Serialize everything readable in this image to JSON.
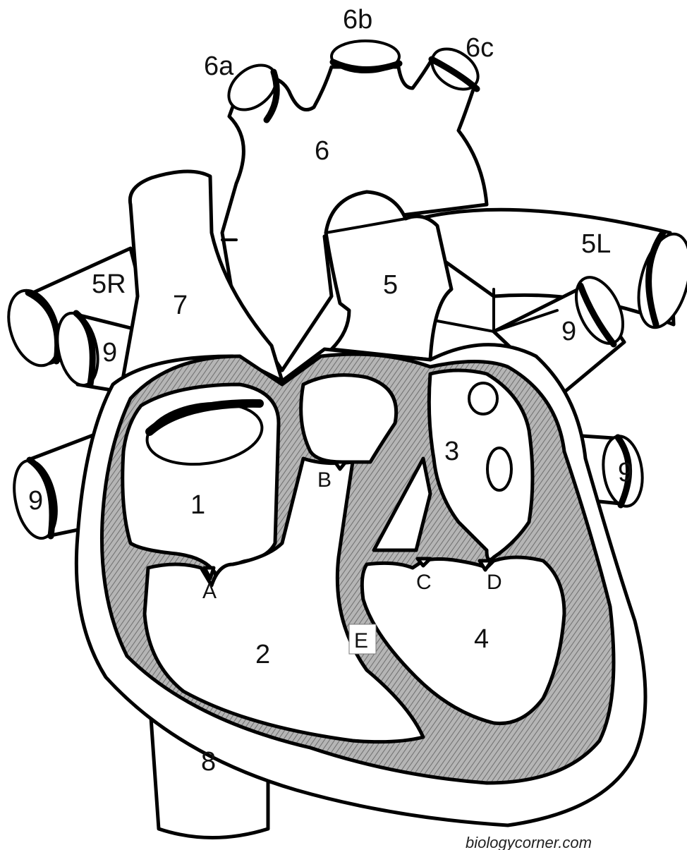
{
  "labels": {
    "right_atrium": "1",
    "right_ventricle": "2",
    "left_atrium": "3",
    "left_ventricle": "4",
    "pulmonary_trunk": "5",
    "right_pulmonary_artery": "5R",
    "left_pulmonary_artery": "5L",
    "aorta": "6",
    "aorta_branch_a": "6a",
    "aorta_branch_b": "6b",
    "aorta_branch_c": "6c",
    "superior_vena_cava": "7",
    "inferior_vena_cava": "8",
    "pulmonary_vein_left_upper": "9",
    "pulmonary_vein_left_lower": "9",
    "pulmonary_vein_right_upper": "9",
    "pulmonary_vein_right_lower": "9",
    "valve_a": "A",
    "valve_b": "B",
    "valve_c": "C",
    "valve_d": "D",
    "septum": "E"
  },
  "credit": "biologycorner.com",
  "colors": {
    "outline": "#000000",
    "wall_fill": "#9a9a9a",
    "background": "#ffffff"
  }
}
